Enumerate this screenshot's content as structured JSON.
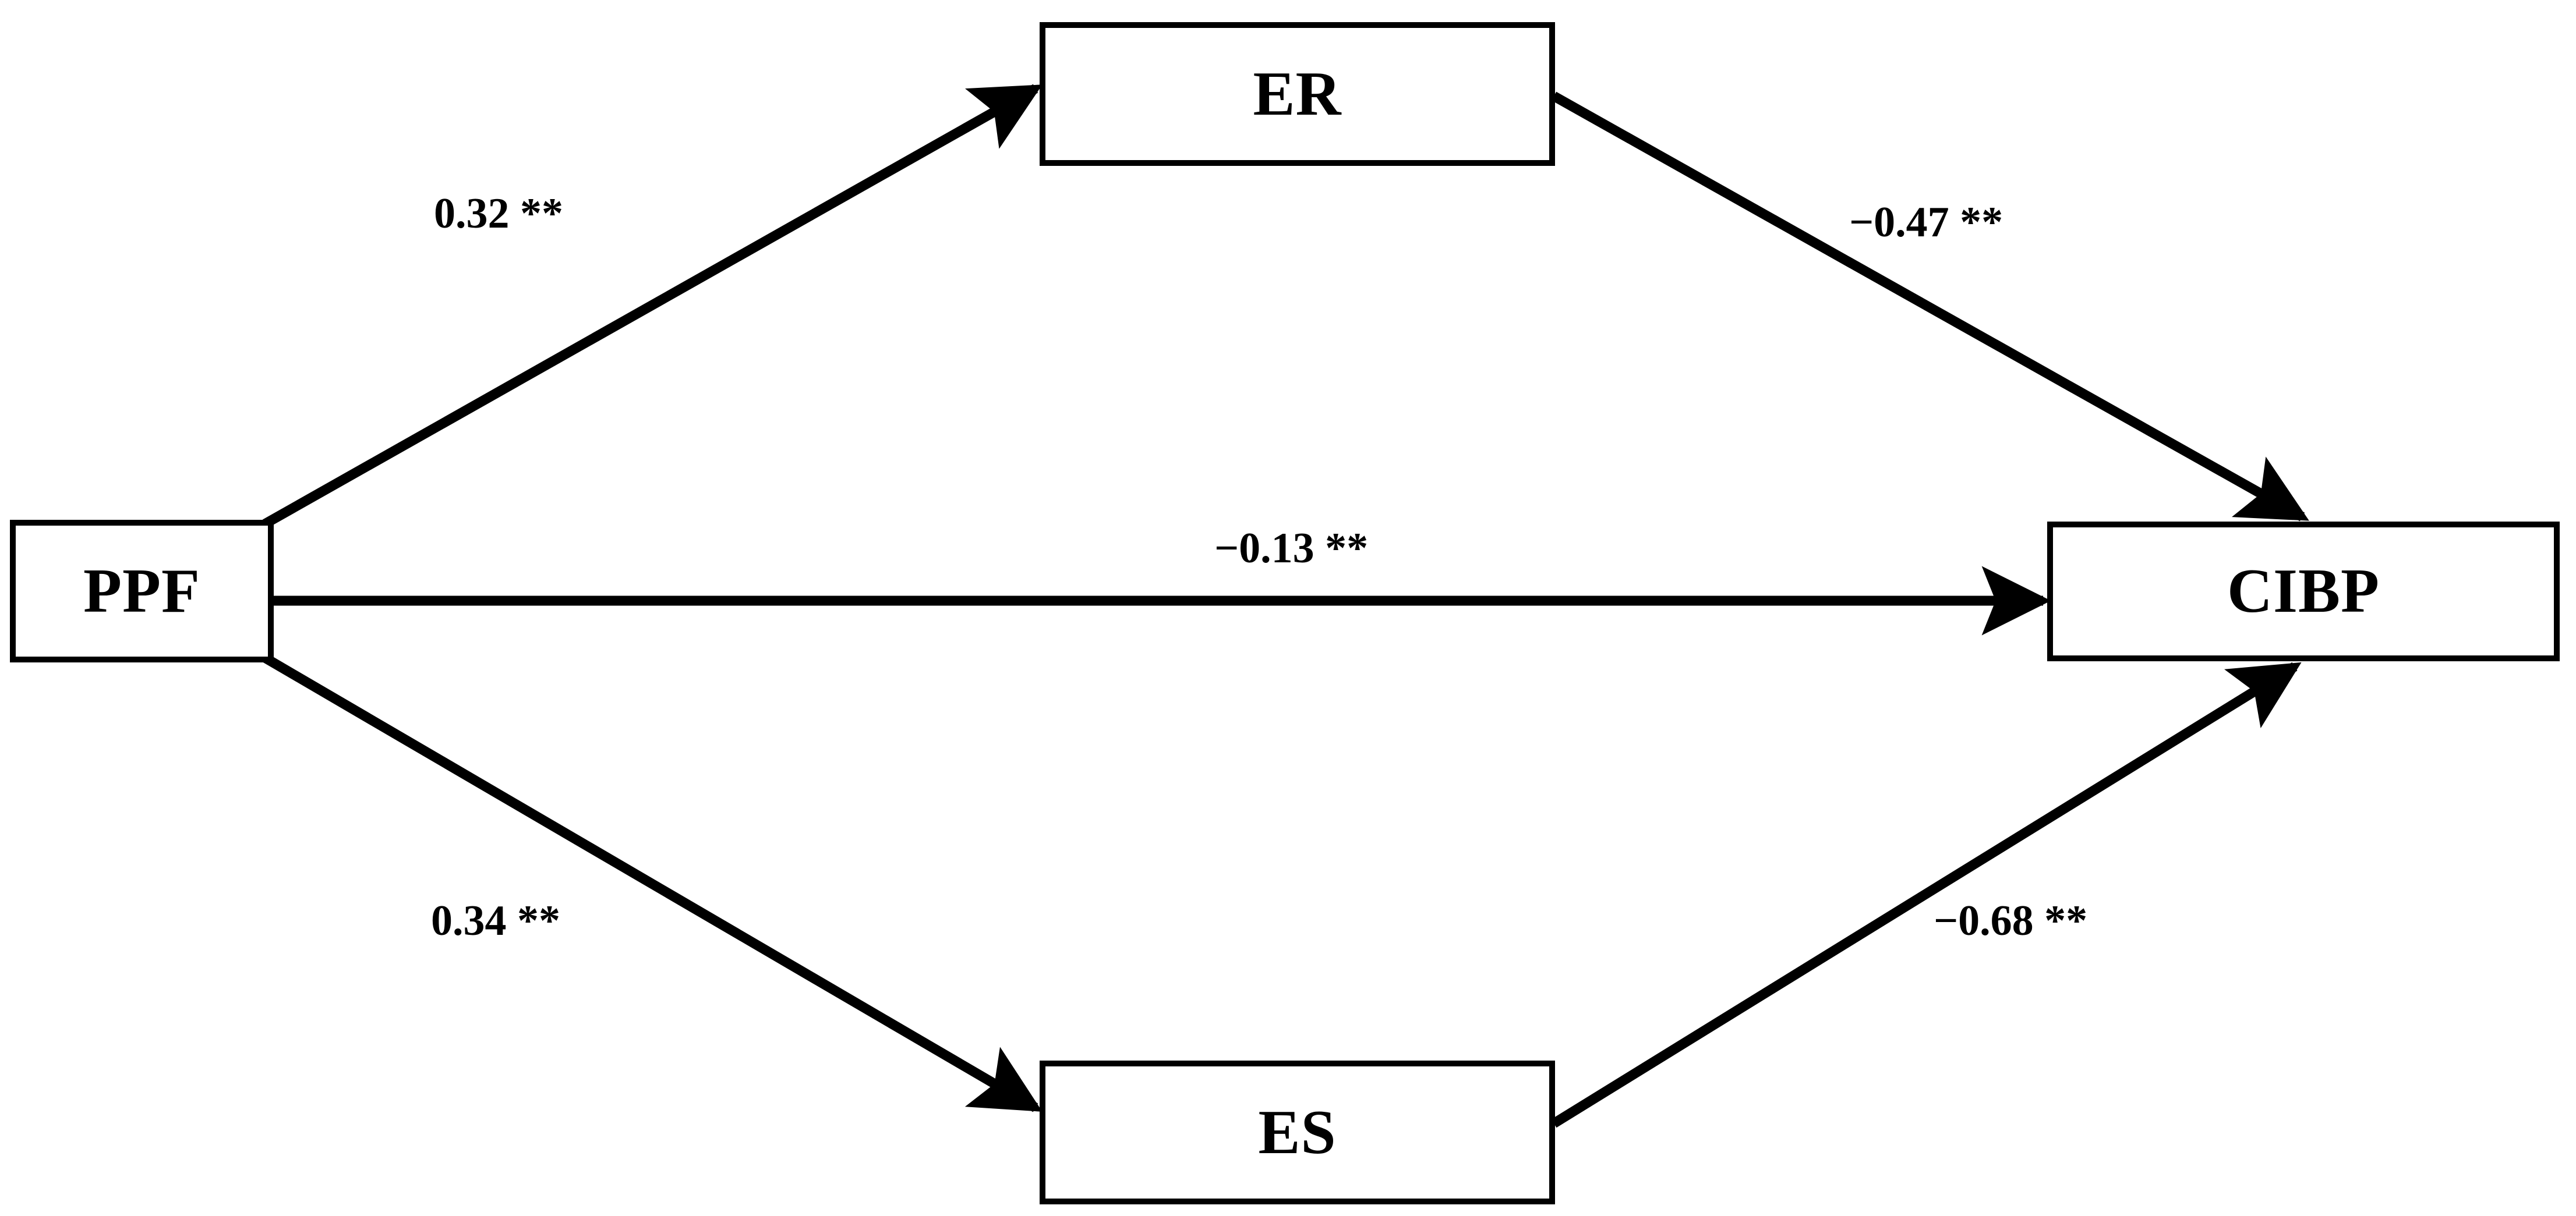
{
  "diagram": {
    "type": "mediation-path-diagram",
    "background_color": "#ffffff",
    "line_color": "#000000",
    "nodes": [
      {
        "id": "ppf",
        "label": "PPF",
        "role": "predictor"
      },
      {
        "id": "er",
        "label": "ER",
        "role": "mediator-upper"
      },
      {
        "id": "es",
        "label": "ES",
        "role": "mediator-lower"
      },
      {
        "id": "cibp",
        "label": "CIBP",
        "role": "outcome"
      }
    ],
    "edges": [
      {
        "id": "ppf-er",
        "from": "PPF",
        "to": "ER",
        "label": "0.32 **",
        "coefficient": 0.32,
        "significance": "**"
      },
      {
        "id": "er-cibp",
        "from": "ER",
        "to": "CIBP",
        "label": "−0.47 **",
        "coefficient": -0.47,
        "significance": "**"
      },
      {
        "id": "ppf-cibp",
        "from": "PPF",
        "to": "CIBP",
        "label": "−0.13 **",
        "coefficient": -0.13,
        "significance": "**"
      },
      {
        "id": "ppf-es",
        "from": "PPF",
        "to": "ES",
        "label": "0.34 **",
        "coefficient": 0.34,
        "significance": "**"
      },
      {
        "id": "es-cibp",
        "from": "ES",
        "to": "CIBP",
        "label": "−0.68 **",
        "coefficient": -0.68,
        "significance": "**"
      }
    ]
  },
  "chart_data": {
    "type": "diagram",
    "title": "",
    "nodes": [
      "PPF",
      "ER",
      "ES",
      "CIBP"
    ],
    "edges": [
      {
        "source": "PPF",
        "target": "ER",
        "value": 0.32,
        "label": "0.32 **"
      },
      {
        "source": "ER",
        "target": "CIBP",
        "value": -0.47,
        "label": "−0.47 **"
      },
      {
        "source": "PPF",
        "target": "CIBP",
        "value": -0.13,
        "label": "−0.13 **"
      },
      {
        "source": "PPF",
        "target": "ES",
        "value": 0.34,
        "label": "0.34 **"
      },
      {
        "source": "ES",
        "target": "CIBP",
        "value": -0.68,
        "label": "−0.68 **"
      }
    ],
    "significance_note": "**"
  }
}
